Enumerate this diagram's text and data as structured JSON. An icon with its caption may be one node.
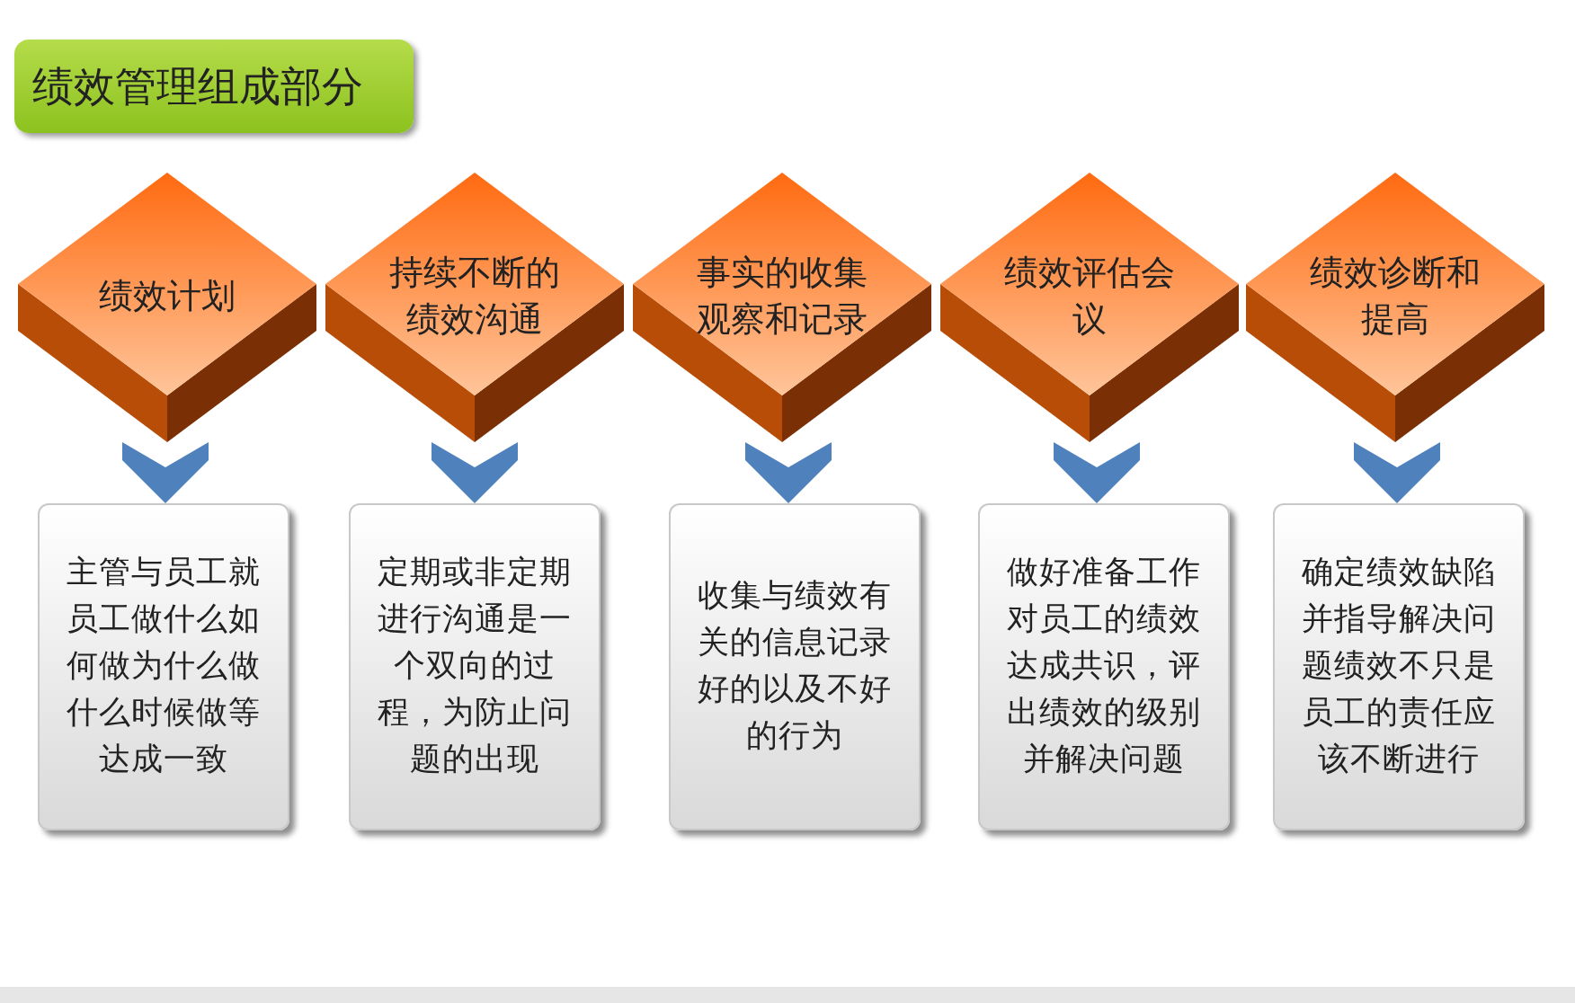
{
  "diagram": {
    "nodes": [
      {
        "text": [
          "绩效管理组成部分"
        ]
      },
      {
        "text": [
          "绩效计划"
        ]
      },
      {
        "text": [
          "持续不断的绩效沟通"
        ]
      },
      {
        "text": [
          "事实的收集观察和记录"
        ]
      },
      {
        "text": [
          "绩效评估会议"
        ]
      },
      {
        "text": [
          "绩效诊断和提高"
        ]
      },
      {
        "text": [
          "主管与员工就员工做什么如何做为什么做什么时候做等达成一致"
        ]
      },
      {
        "text": [
          "定期或非定期进行沟通是一个双向的过程，为防止问题的出现"
        ]
      },
      {
        "text": [
          "收集与绩效有关的信息记录好的以及不好的行为"
        ]
      },
      {
        "text": [
          "做好准备工作对员工的绩效达成共识，评出绩效的级别并解决问题"
        ]
      },
      {
        "text": [
          "确定绩效缺陷并指导解决问题绩效不只是员工的责任应该不断进行"
        ]
      }
    ],
    "edges": [
      {
        "from": 1,
        "to": 6,
        "arrow": "to"
      },
      {
        "from": 2,
        "to": 7,
        "arrow": "to"
      },
      {
        "from": 3,
        "to": 8,
        "arrow": "to"
      },
      {
        "from": 4,
        "to": 9,
        "arrow": "to"
      },
      {
        "from": 5,
        "to": 10,
        "arrow": "to"
      }
    ]
  }
}
